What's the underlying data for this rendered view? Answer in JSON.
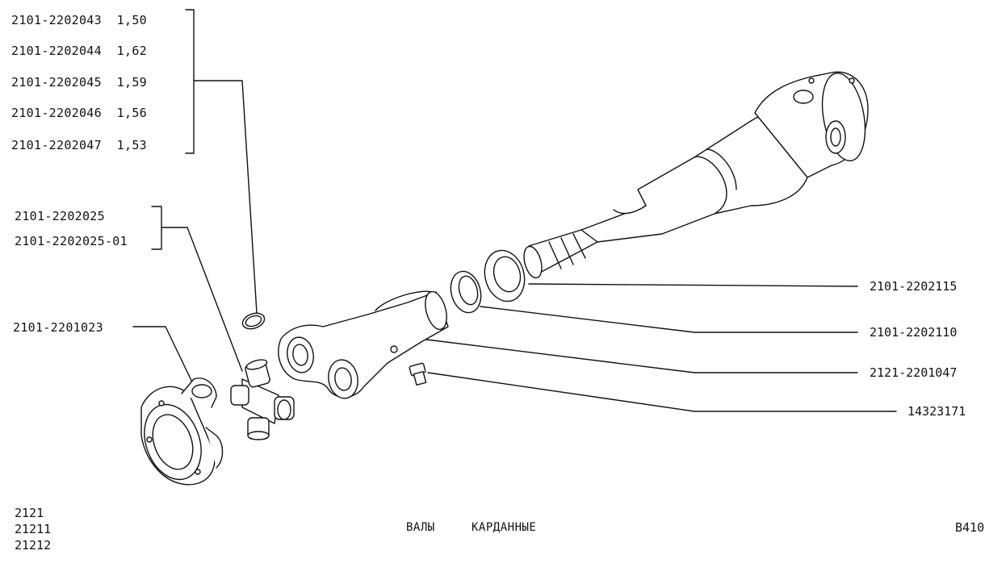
{
  "variant_group": [
    {
      "code": "2101-2202043",
      "value": "1,50"
    },
    {
      "code": "2101-2202044",
      "value": "1,62"
    },
    {
      "code": "2101-2202045",
      "value": "1,59"
    },
    {
      "code": "2101-2202046",
      "value": "1,56"
    },
    {
      "code": "2101-2202047",
      "value": "1,53"
    }
  ],
  "cross_group": [
    "2101-2202025",
    "2101-2202025-01"
  ],
  "flange_label": "2101-2201023",
  "right_labels": [
    "2101-2202115",
    "2101-2202110",
    "2121-2201047",
    "14323171"
  ],
  "footer": {
    "models": [
      "2121",
      "21211",
      "21212"
    ],
    "title_1": "ВАЛЫ",
    "title_2": "КАРДАННЫЕ",
    "page_code": "В410"
  }
}
